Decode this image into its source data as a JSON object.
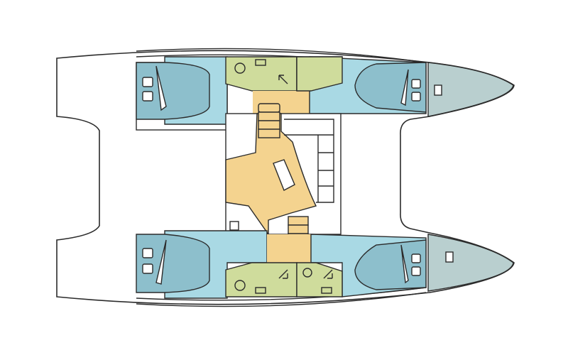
{
  "diagram": {
    "type": "catamaran-layout",
    "colors": {
      "cabin": "#a9d9e4",
      "bed": "#8dbfcc",
      "head": "#cfdc9c",
      "saloon": "#f4d38f",
      "bow": "#b9cfcf",
      "outline": "#2b2b2b"
    },
    "areas": [
      "cabin-port-aft",
      "cabin-port-fwd",
      "cabin-stbd-aft",
      "cabin-stbd-fwd",
      "head-port-aft",
      "head-port-fwd",
      "head-stbd-aft",
      "head-stbd-fwd",
      "saloon",
      "companionway-top",
      "companionway-bottom",
      "bow-top",
      "bow-bottom"
    ]
  }
}
